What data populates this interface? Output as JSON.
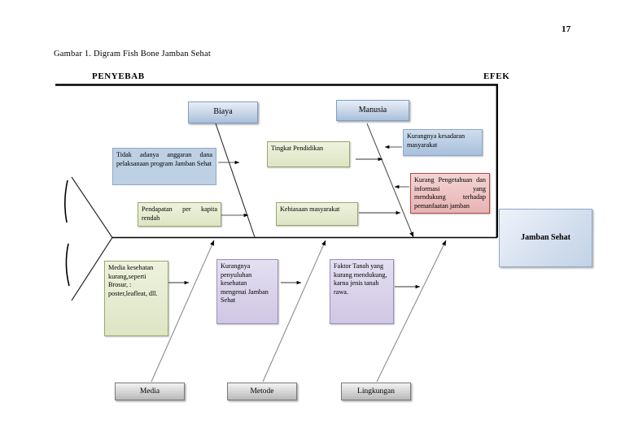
{
  "page": {
    "number": "17",
    "figure_caption": "Gambar 1.  Digram Fish Bone Jamban Sehat"
  },
  "headers": {
    "cause_side": "PENYEBAB",
    "effect_side": "EFEK"
  },
  "diagram": {
    "type": "fishbone",
    "effect": {
      "label": "Jamban Sehat"
    },
    "categories_top": [
      {
        "id": "biaya",
        "label": "Biaya"
      },
      {
        "id": "manusia",
        "label": "Manusia"
      }
    ],
    "categories_bottom": [
      {
        "id": "media",
        "label": "Media"
      },
      {
        "id": "metode",
        "label": "Metode"
      },
      {
        "id": "lingkungan",
        "label": "Lingkungan"
      }
    ],
    "causes": [
      {
        "id": "anggaran",
        "category": "biaya",
        "text": "Tidak adanya anggaran dana         pelaksanaan program Jamban Sehat",
        "color": "#bdd0e4"
      },
      {
        "id": "pendapatan",
        "category": "biaya",
        "text": "Pendapatan per kapita rendah",
        "color": "#dde5c4"
      },
      {
        "id": "pendidikan",
        "category": "manusia",
        "text": "Tingkat Pendidikan",
        "color": "#dde5c4"
      },
      {
        "id": "kebiasaan",
        "category": "manusia",
        "text": "Kebiasaan masyarakat",
        "color": "#dde5c4"
      },
      {
        "id": "kesadaran",
        "category": "manusia",
        "text": "Kurangnya kesadaran masyarakat",
        "color": "#a8c0dc"
      },
      {
        "id": "pengetahuan",
        "category": "manusia",
        "text": "Kurang Pengetahuan dan informasi yang mendukung terhadap pemanfaatan jamban",
        "color": "#e8b3b3"
      },
      {
        "id": "media-kesehatan",
        "category": "media",
        "text": "Media kesehatan kurang,seperti Brosur,             : poster,leafleat, dll.",
        "color": "#dde5c4"
      },
      {
        "id": "penyuluhan",
        "category": "metode",
        "text": "Kurangnya penyuluhan kesehatan mengenai Jamban Sehat",
        "color": "#cfc7e4"
      },
      {
        "id": "faktor-tanah",
        "category": "lingkungan",
        "text": "Faktor Tanah yang kurang mendukung, karna jenis tanah rawa.",
        "color": "#cfc7e4"
      }
    ],
    "colors": {
      "spine": "#000000",
      "bone": "#3c3c3c",
      "arrow": "#000000",
      "divider": "#000000",
      "category_blue": "#a9bfdc",
      "category_grey": "#b8b8b8"
    }
  }
}
